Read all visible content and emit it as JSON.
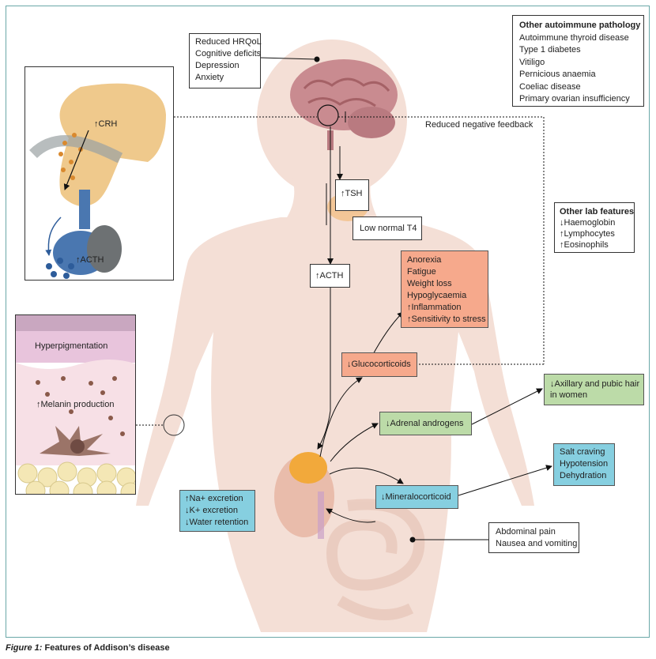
{
  "boxes": {
    "neuro": [
      "Reduced HRQoL",
      "Cognitive deficits",
      "Depression",
      "Anxiety"
    ],
    "autoimmune": {
      "title": "Other autoimmune pathology",
      "items": [
        "Autoimmune thyroid disease",
        "Type 1 diabetes",
        "Vitiligo",
        "Pernicious anaemia",
        "Coeliac disease",
        "Primary ovarian insufficiency"
      ]
    },
    "feedback_label": "Reduced negative feedback",
    "tsh": "↑TSH",
    "t4": "Low normal T4",
    "acth": "↑ACTH",
    "lab": {
      "title": "Other lab features",
      "items": [
        "↓Haemoglobin",
        "↑Lymphocytes",
        "↑Eosinophils"
      ]
    },
    "gluco_effects": [
      "Anorexia",
      "Fatigue",
      "Weight loss",
      "Hypoglycaemia",
      "↑Inflammation",
      "↑Sensitivity to stress"
    ],
    "glucocorticoids": "↓Glucocorticoids",
    "androgens": "↓Adrenal androgens",
    "hair": [
      "↓Axillary and pubic hair",
      "in women"
    ],
    "salt": [
      "Salt craving",
      "Hypotension",
      "Dehydration"
    ],
    "mineralocorticoid": "↓Mineralocorticoid",
    "excretion": [
      "↑Na+ excretion",
      "↓K+ excretion",
      "↓Water retention"
    ],
    "gi": [
      "Abdominal pain",
      "Nausea and vomiting"
    ]
  },
  "pituitary_inset": {
    "crh": "↑CRH",
    "acth": "↑ACTH"
  },
  "skin_inset": {
    "hyperpigmentation": "Hyperpigmentation",
    "melanin": "↑Melanin production"
  },
  "caption": {
    "number": "Figure 1:",
    "title": "Features of Addison’s disease"
  },
  "colors": {
    "frame": "#6aa8a8",
    "orange_box": "#f6a98c",
    "green_box": "#bcdba8",
    "blue_box": "#86cfe0",
    "body": "#f1d9cf",
    "brain": "#c98b90",
    "thyroid": "#f2c07c",
    "adrenal": "#f2a93b",
    "kidney": "#e7b5a4",
    "acth_dots": "#2d5c9a",
    "crh_dots": "#d9892e"
  }
}
